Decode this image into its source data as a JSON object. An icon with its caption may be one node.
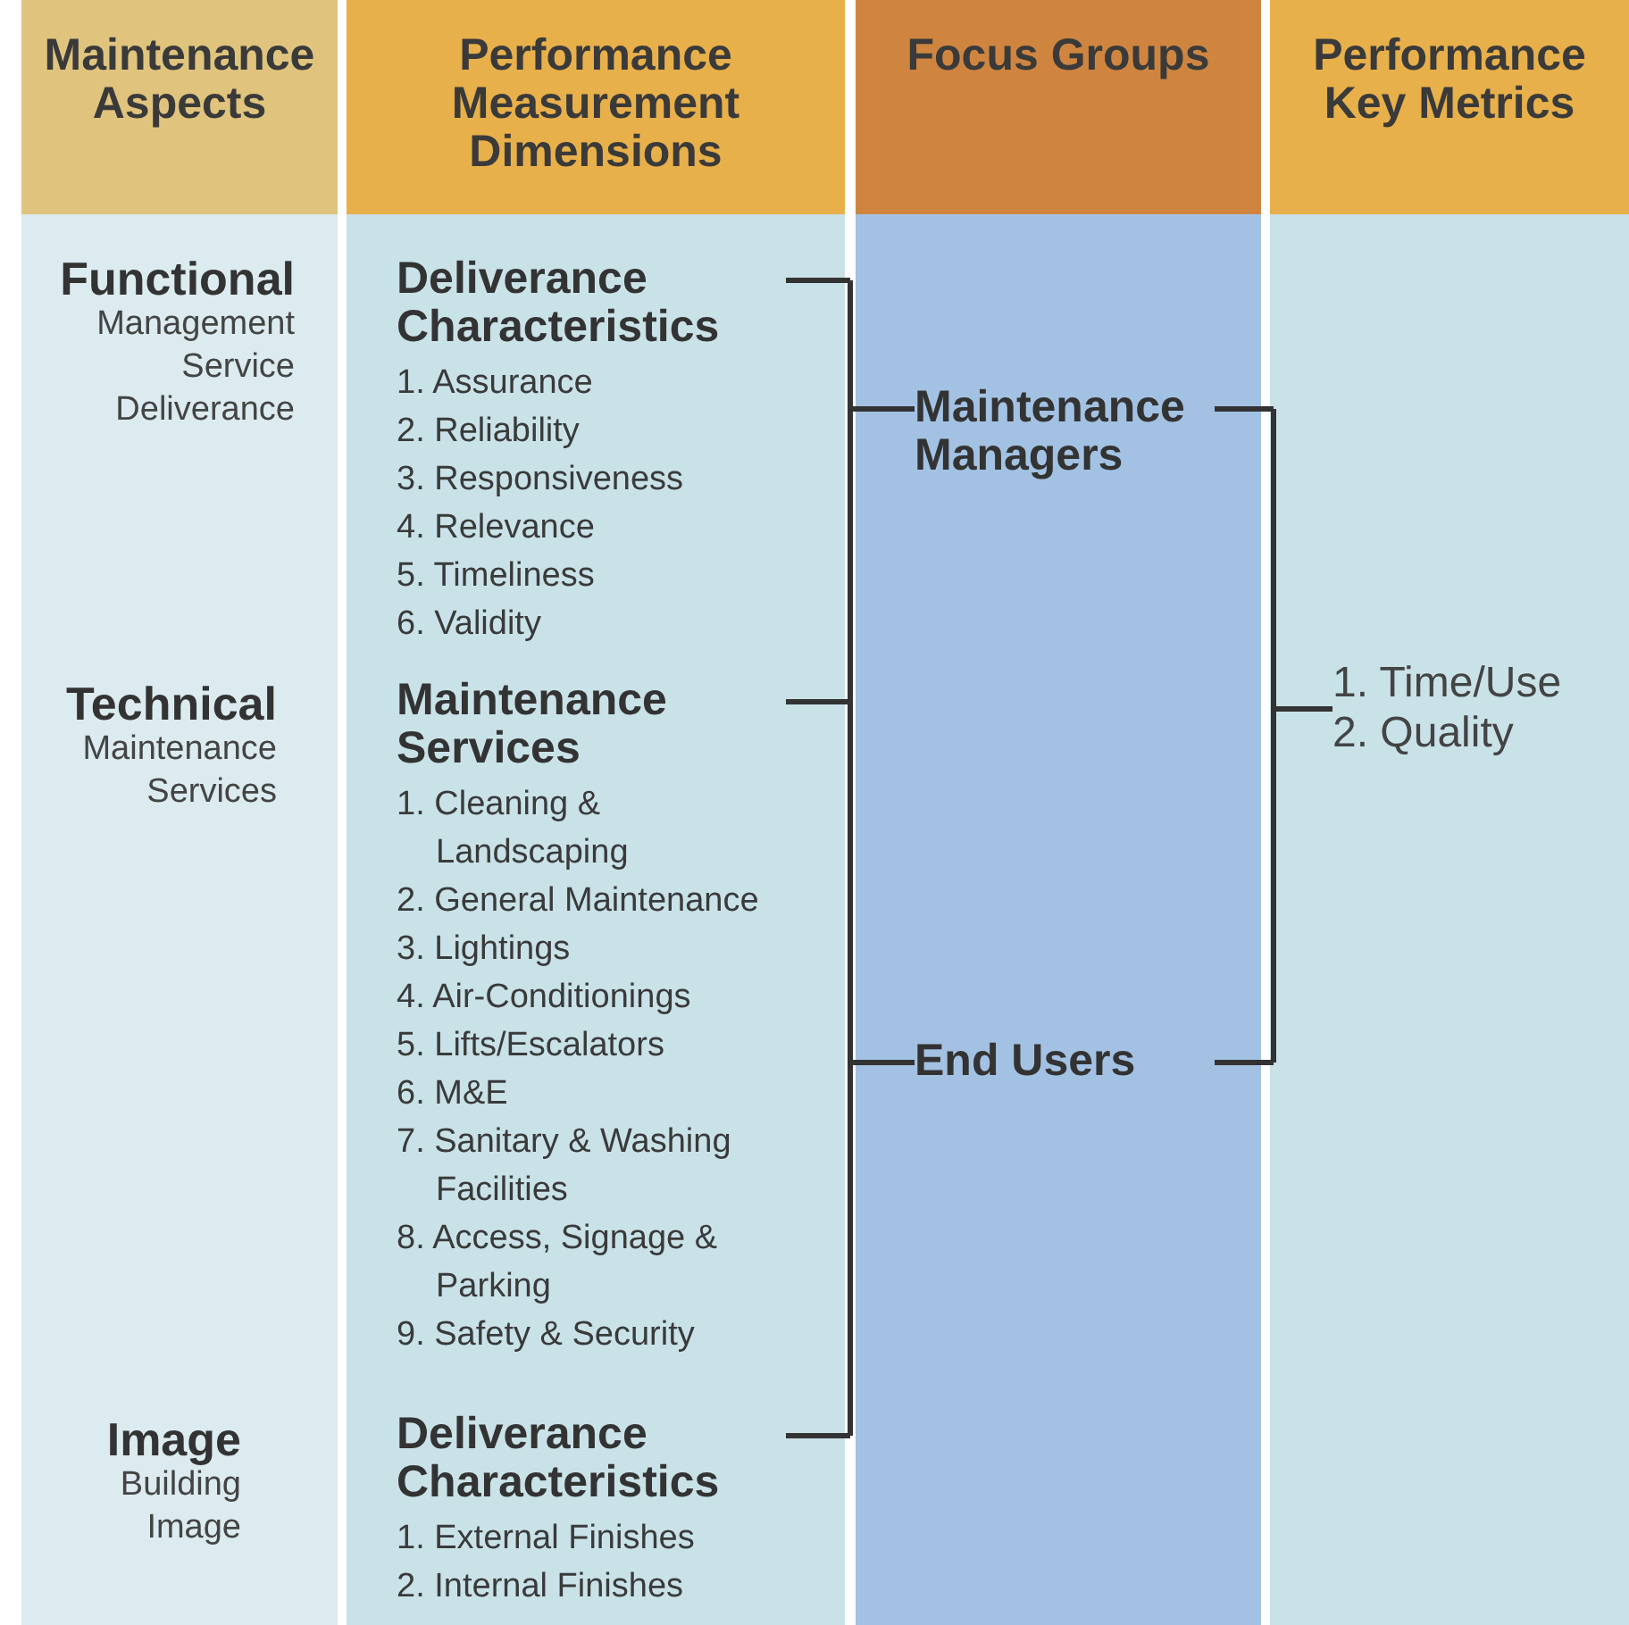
{
  "diagram": {
    "nodes": [
      {
        "text": [
          "Maintenance Aspects"
        ]
      },
      {
        "text": [
          "Functional",
          "Management Service Deliverance"
        ],
        "in": 0
      },
      {
        "text": [
          "Technical",
          "Maintenance Services"
        ],
        "in": 0
      },
      {
        "text": [
          "Image",
          "Building Image"
        ],
        "in": 0
      },
      {
        "text": [
          "Performance Measurement Dimensions"
        ]
      },
      {
        "text": [
          "Deliverance Characteristics",
          "1. Assurance",
          "2. Reliability",
          "3. Responsiveness",
          "4. Relevance",
          "5. Timeliness",
          "6. Validity"
        ],
        "in": 4
      },
      {
        "text": [
          "Maintenance Services",
          "1. Cleaning & Landscaping",
          "2. General Maintenance",
          "3. Lightings",
          "4. Air-Conditionings",
          "5. Lifts/Escalators",
          "6. M&E",
          "7. Sanitary & Washing Facilities",
          "8. Access, Signage & Parking",
          "9. Safety & Security"
        ],
        "in": 4
      },
      {
        "text": [
          "Deliverance Characteristics",
          "1. External Finishes",
          "2. Internal Finishes"
        ],
        "in": 4
      },
      {
        "text": [
          "Focus Groups"
        ]
      },
      {
        "text": [
          "Maintenance Managers"
        ],
        "in": 8
      },
      {
        "text": [
          "End Users"
        ],
        "in": 8
      },
      {
        "text": [
          "Performance Key Metrics"
        ]
      },
      {
        "text": [
          "1. Time/Use",
          "2. Quality"
        ],
        "in": 11
      }
    ],
    "edges": [
      {
        "from": 5,
        "to": 9,
        "arrow": "none"
      },
      {
        "from": 5,
        "to": 10,
        "arrow": "none"
      },
      {
        "from": 6,
        "to": 9,
        "arrow": "none"
      },
      {
        "from": 6,
        "to": 10,
        "arrow": "none"
      },
      {
        "from": 7,
        "to": 9,
        "arrow": "none"
      },
      {
        "from": 7,
        "to": 10,
        "arrow": "none"
      },
      {
        "from": 9,
        "to": 12,
        "arrow": "none"
      },
      {
        "from": 10,
        "to": 12,
        "arrow": "none"
      }
    ]
  }
}
